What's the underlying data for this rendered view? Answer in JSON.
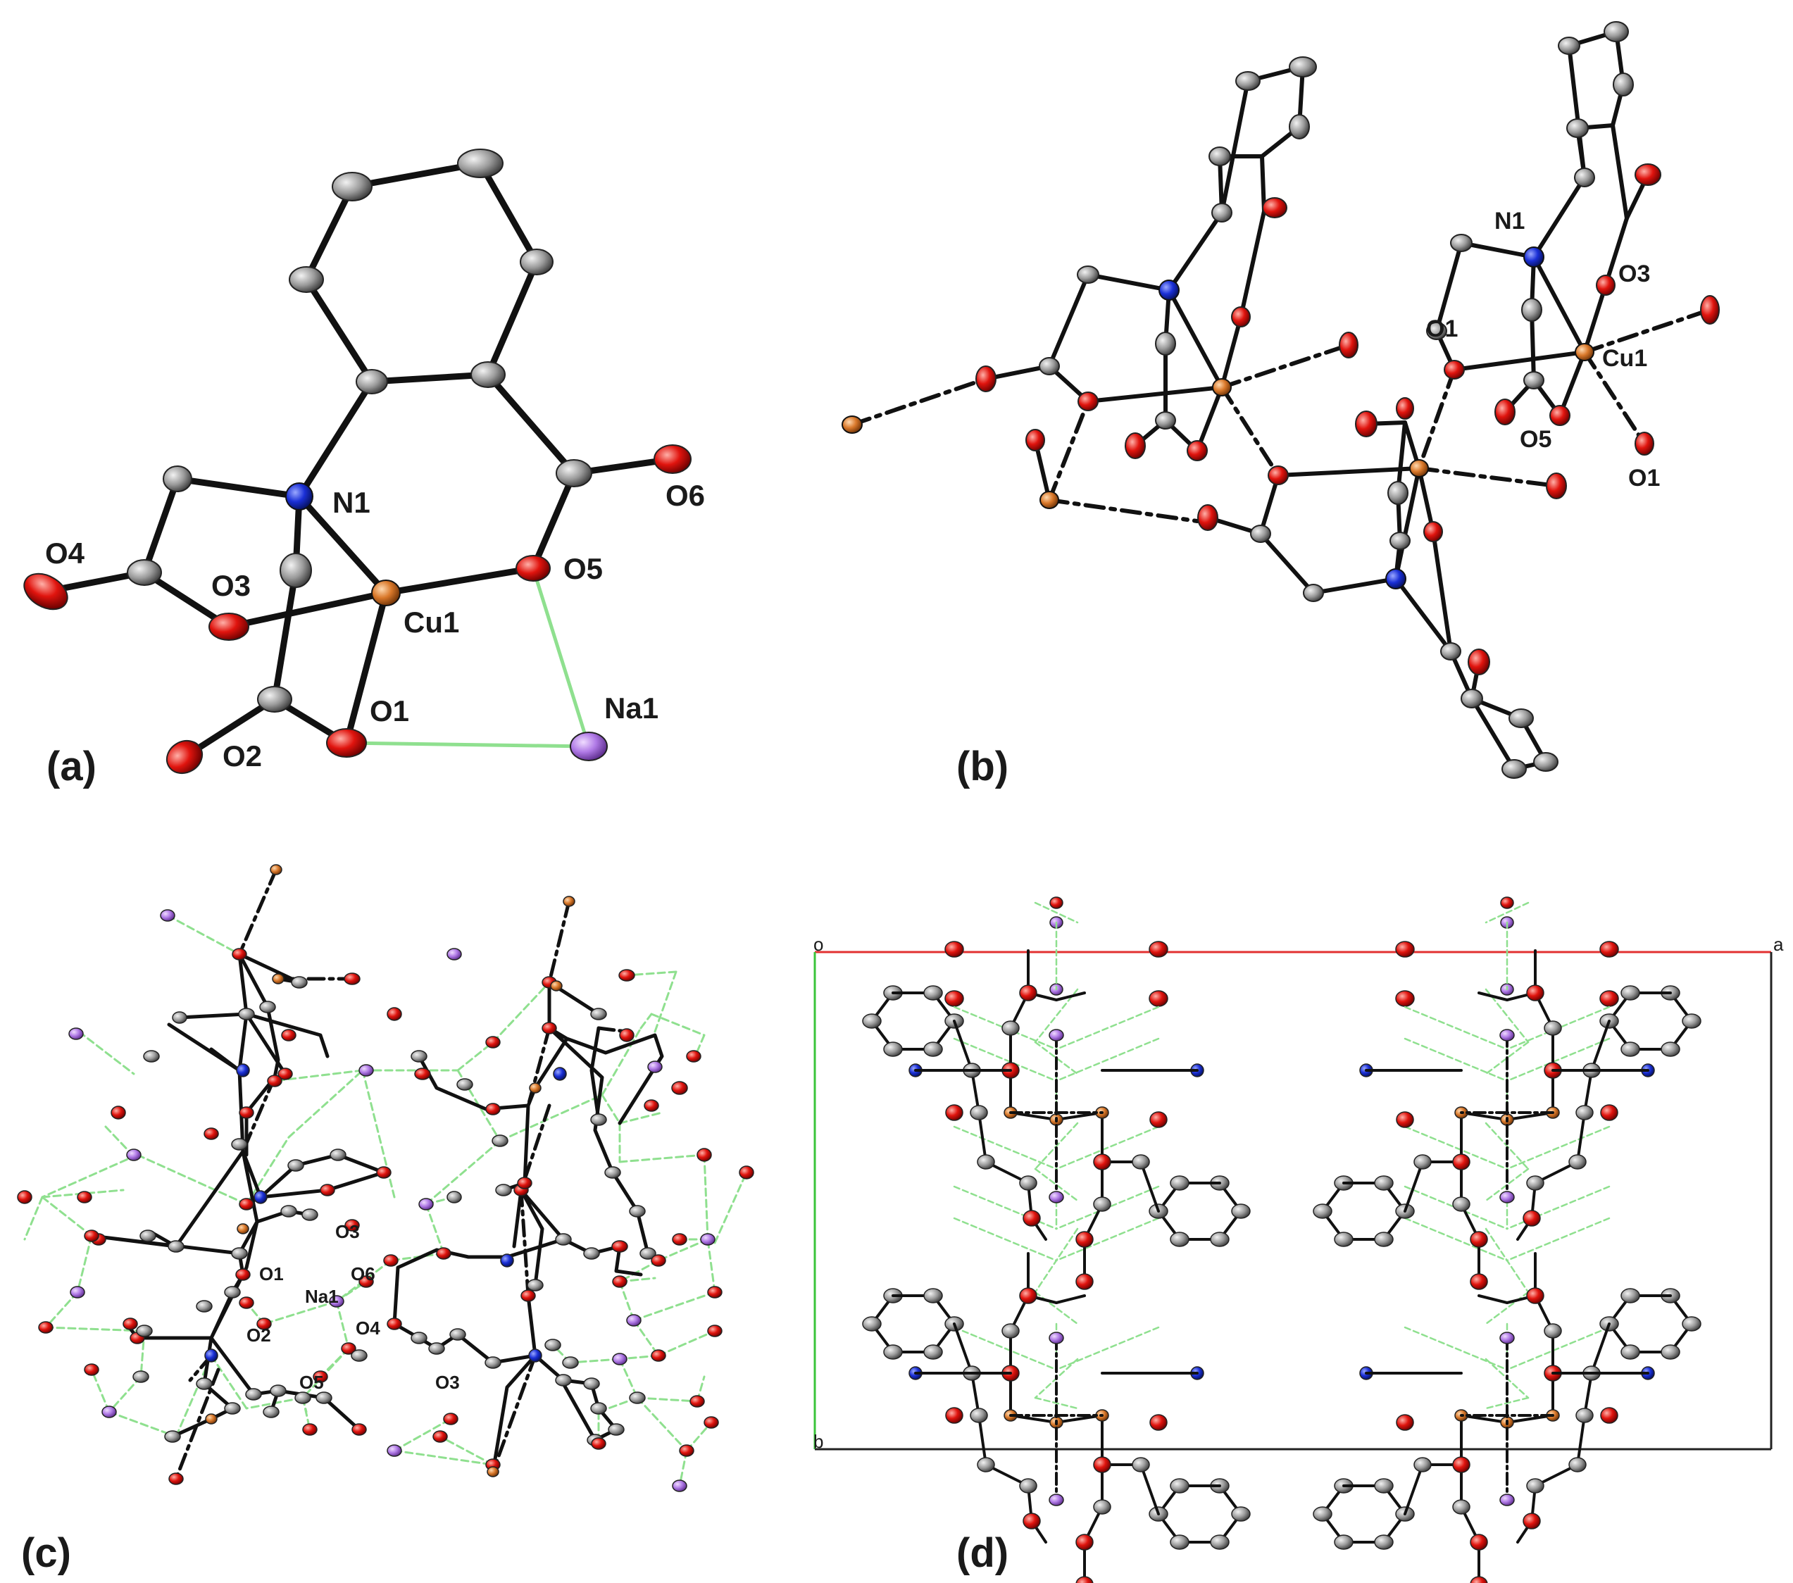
{
  "panels": [
    {
      "id": "a",
      "label": "(a)"
    },
    {
      "id": "b",
      "label": "(b)"
    },
    {
      "id": "c",
      "label": "(c)"
    },
    {
      "id": "d",
      "label": "(d)"
    }
  ],
  "panel_a": {
    "atoms": {
      "N1": "N1",
      "Cu1": "Cu1",
      "O1": "O1",
      "O2": "O2",
      "O3": "O3",
      "O4": "O4",
      "O5": "O5",
      "O6": "O6",
      "Na1": "Na1"
    }
  },
  "panel_b": {
    "atoms": {
      "N1": "N1",
      "O3": "O3",
      "O1a": "O1",
      "Cu1": "Cu1",
      "O5": "O5",
      "O1b": "O1"
    }
  },
  "panel_c": {
    "atoms": {
      "O3a": "O3",
      "O1": "O1",
      "O6": "O6",
      "Na1": "Na1",
      "O2": "O2",
      "O4": "O4",
      "O5": "O5",
      "O3b": "O3"
    }
  },
  "panel_d": {
    "axes": {
      "origin": "o",
      "a": "a",
      "b": "b"
    }
  },
  "colors": {
    "carbon": "#8a8a8a",
    "oxygen": "#e0140e",
    "nitrogen": "#1a2fd6",
    "copper": "#d9782a",
    "sodium": "#b07ae6",
    "bond": "#111111",
    "contact": "#8fe08f",
    "cell_a": "#e23030",
    "cell_b": "#3ac43a"
  },
  "icons": {
    "atom": "ellipsoid-atom-icon"
  }
}
